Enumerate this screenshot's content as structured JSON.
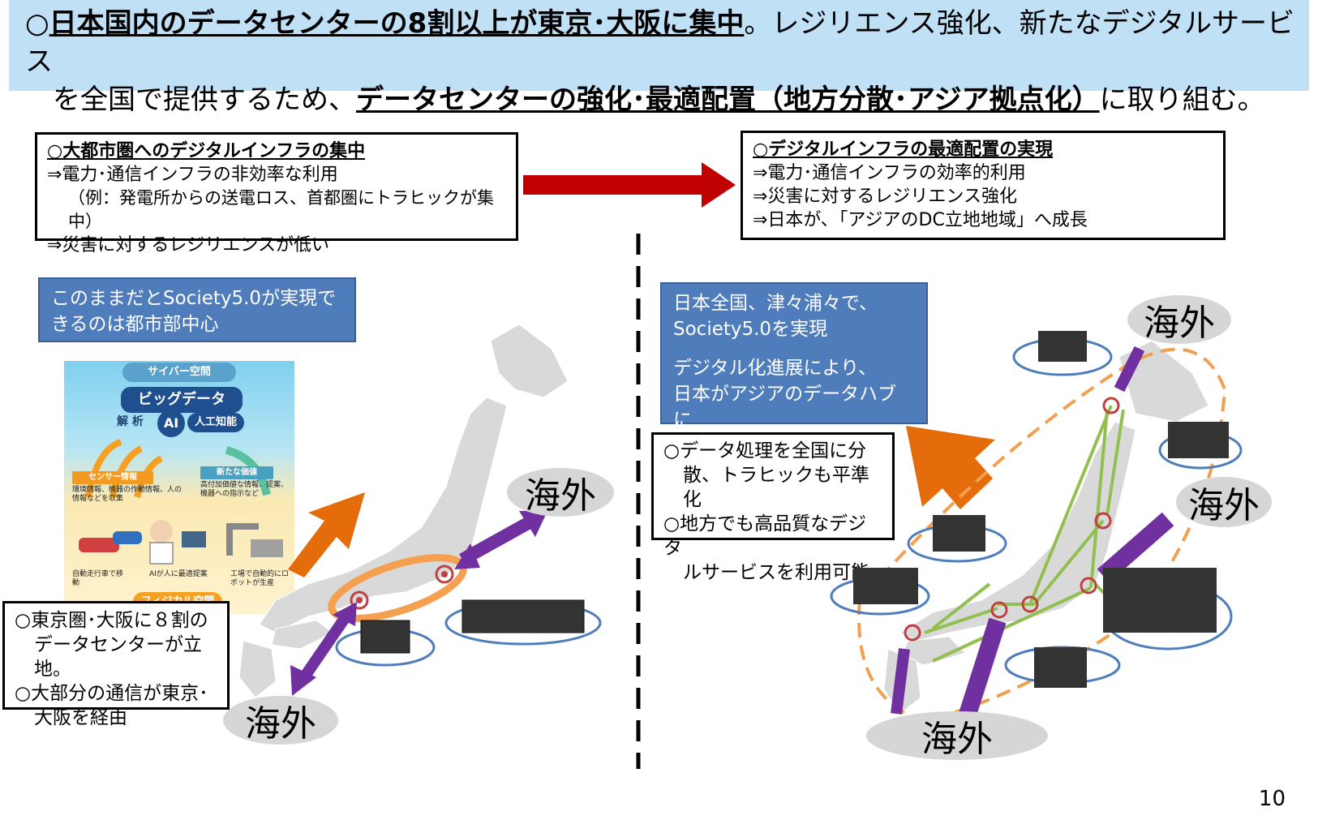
{
  "header": {
    "line1_prefix": "○",
    "line1_bold": "日本国内のデータセンターの8割以上が東京･大阪に集中",
    "line1_rest": "。レジリエンス強化、新たなデジタルサービス",
    "line2_start": "を全国で提供するため、",
    "line2_bold": "データセンターの強化･最適配置（地方分散･アジア拠点化）",
    "line2_end": "に取り組む。"
  },
  "left_box": {
    "head": "○大都市圏へのデジタルインフラの集中",
    "lines": [
      "⇒電力･通信インフラの非効率な利用",
      "（例：発電所からの送電ロス、首都圏にトラヒックが集中）",
      "⇒災害に対するレジリエンスが低い"
    ]
  },
  "right_box": {
    "head": "○デジタルインフラの最適配置の実現",
    "lines": [
      "⇒電力･通信インフラの効率的利用",
      "⇒災害に対するレジリエンス強化",
      "⇒日本が､「アジアのDC立地地域」へ成長"
    ]
  },
  "left_blue": {
    "line1": "このままだとSociety5.0が実現で",
    "line2": "きるのは都市部中心"
  },
  "society_figure": {
    "cyber": "サイバー空間",
    "bigdata": "ビッグデータ",
    "analysis": "解 析",
    "ai": "AI",
    "ai_label": "人工知能",
    "sensor": "センサー情報",
    "sensor_desc": "環境情報、機器の作動情報、人の情報などを収集",
    "value": "新たな価値",
    "value_desc": "高付加価値な情報、提案、機器への指示など",
    "car": "自動走行車で移動",
    "person": "AIが人に最適提案",
    "factory": "工場で自動的にロボットが生産",
    "physical": "フィジカル空間"
  },
  "left_note": {
    "line1": "○東京圏･大阪に８割の",
    "line2": "データセンターが立地。",
    "line3": "○大部分の通信が東京･",
    "line4": "大阪を経由"
  },
  "right_blue": {
    "line1": "日本全国、津々浦々で、",
    "line2": "Society5.0を実現",
    "line3": "デジタル化進展により、",
    "line4": "日本がアジアのデータハブに"
  },
  "right_note": {
    "line1": "○データ処理を全国に分",
    "line2": "散、トラヒックも平準化",
    "line3": "○地方でも高品質なデジタ",
    "line4": "ルサービスを利用可能"
  },
  "overseas_label": "海外",
  "page_number": "10",
  "colors": {
    "header_bg": "#bfe0f5",
    "red_arrow": "#c00000",
    "orange": "#e46c0a",
    "purple": "#7030a0",
    "green": "#92c050",
    "blue_box": "#4f7dbb",
    "map": "#d9d9d9"
  }
}
